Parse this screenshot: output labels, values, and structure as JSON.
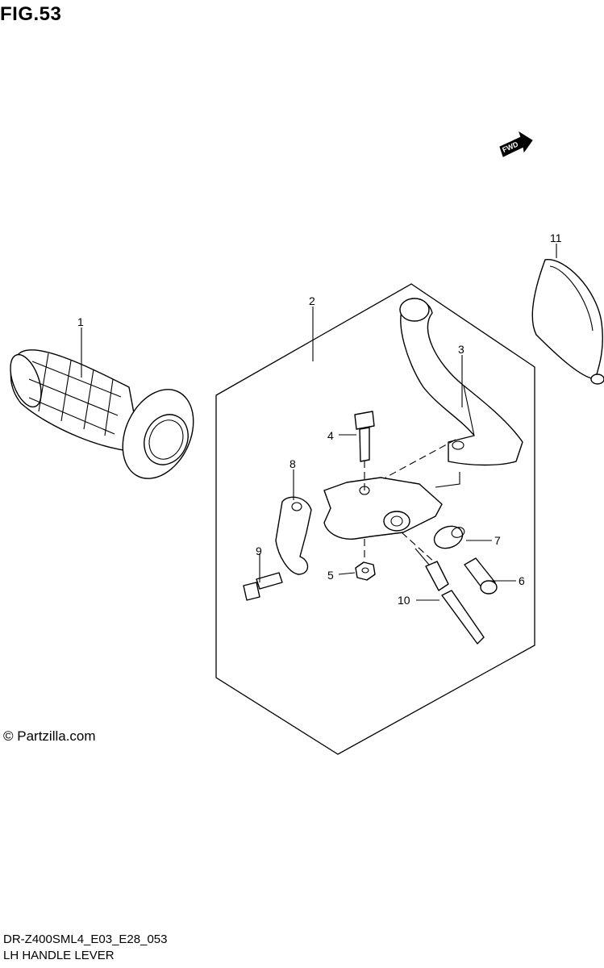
{
  "figure": {
    "title": "FIG.53"
  },
  "fwd_badge": {
    "label": "FWD"
  },
  "copyright": "© Partzilla.com",
  "footer": {
    "code": "DR-Z400SML4_E03_E28_053",
    "title": "LH HANDLE LEVER"
  },
  "callouts": {
    "c1": "1",
    "c2": "2",
    "c3": "3",
    "c4": "4",
    "c5": "5",
    "c6": "6",
    "c7": "7",
    "c8": "8",
    "c9": "9",
    "c10": "10",
    "c11": "11"
  },
  "parts": [
    {
      "ref": "1",
      "icon": "handlebar-grip-icon"
    },
    {
      "ref": "2",
      "icon": "lever-assembly-outline"
    },
    {
      "ref": "3",
      "icon": "clutch-lever-icon"
    },
    {
      "ref": "4",
      "icon": "pivot-bolt-icon"
    },
    {
      "ref": "5",
      "icon": "nut-icon"
    },
    {
      "ref": "6",
      "icon": "cable-adjuster-icon"
    },
    {
      "ref": "7",
      "icon": "lock-nut-icon"
    },
    {
      "ref": "8",
      "icon": "lever-holder-clamp-icon"
    },
    {
      "ref": "9",
      "icon": "clamp-bolt-icon"
    },
    {
      "ref": "10",
      "icon": "clutch-cable-icon"
    },
    {
      "ref": "11",
      "icon": "lever-cover-icon"
    }
  ]
}
